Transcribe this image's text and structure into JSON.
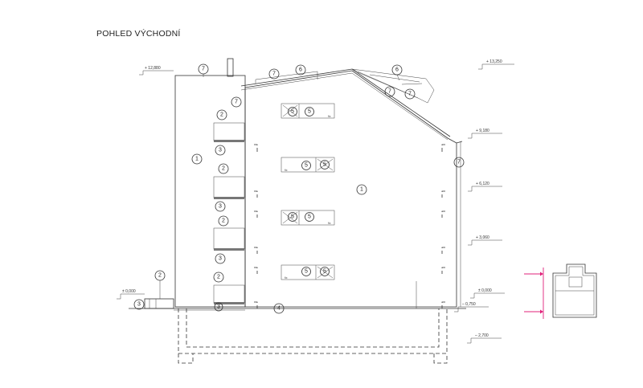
{
  "title": "POHLED VÝCHODNÍ",
  "levels": {
    "l_12880": "+ 12,880",
    "l_13250": "+ 13,250",
    "l_9180": "+ 9,180",
    "l_6120": "+ 6,120",
    "l_3060": "+ 3,060",
    "l_0_right": "± 0,000",
    "l_0_left": "± 0,000",
    "l_m0750": "– 0,750",
    "l_m2700": "– 2,700"
  },
  "tags": {
    "t1": "1",
    "t2": "2",
    "t3": "3",
    "t4": "4",
    "t5": "5",
    "t6": "6",
    "t7": "7"
  },
  "window_marks": {
    "fix": "fix"
  },
  "colors": {
    "line": "#333333",
    "plaster": "#f4f4f4",
    "grey_band": "#777777",
    "arrow": "#e0207a"
  }
}
